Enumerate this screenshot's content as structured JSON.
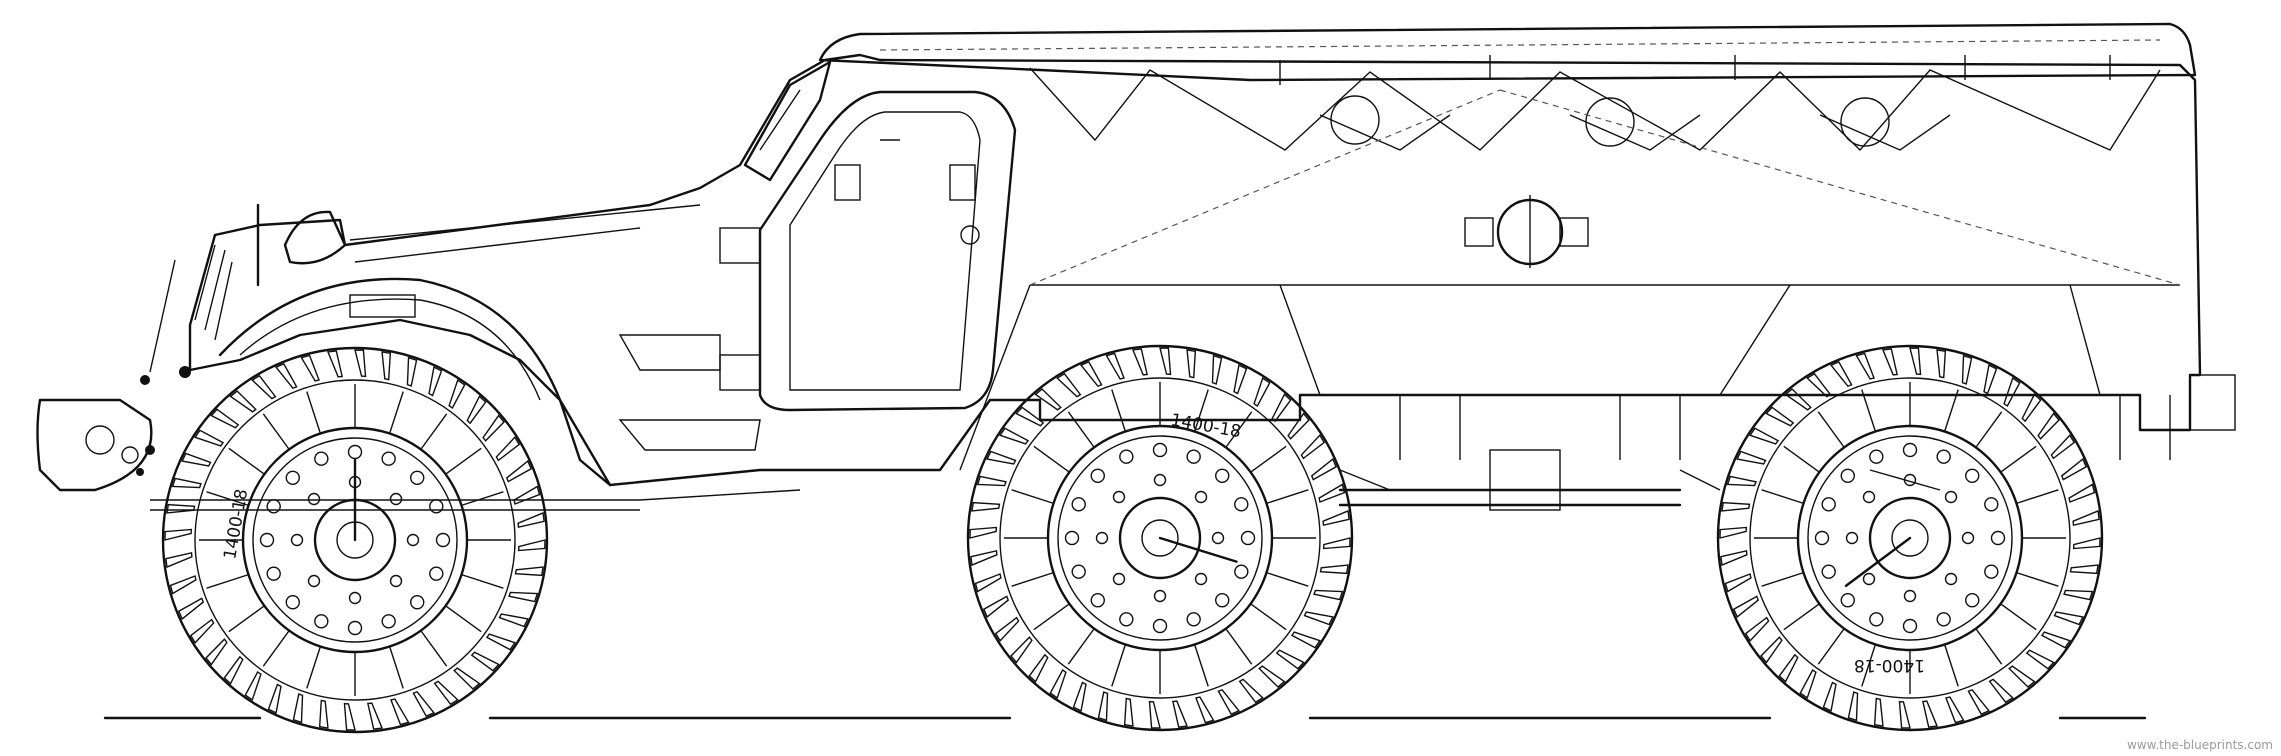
{
  "title": "",
  "tire_labels": {
    "front": "1400-18",
    "middle": "1400-18",
    "rear": "1400-18"
  },
  "watermark": "www.the-blueprints.com",
  "colors": {
    "line": "#111111",
    "background": "#ffffff",
    "watermark": "#9a9a9a"
  },
  "wheels": [
    {
      "name": "front-wheel",
      "spokes": 10,
      "tread_blocks": 44
    },
    {
      "name": "middle-wheel",
      "spokes": 10,
      "tread_blocks": 44
    },
    {
      "name": "rear-wheel",
      "spokes": 10,
      "tread_blocks": 44
    }
  ]
}
